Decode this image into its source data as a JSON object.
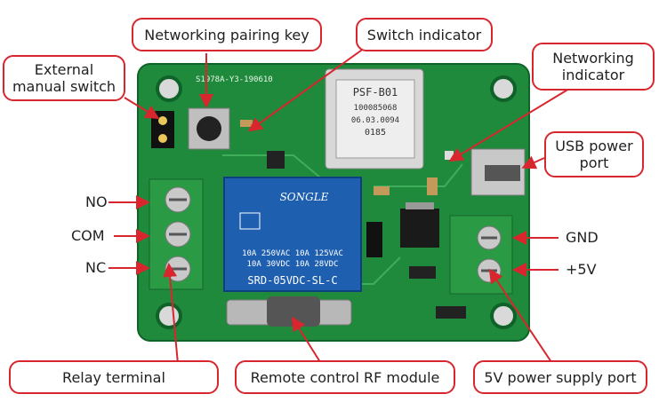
{
  "callouts": {
    "external_manual_switch": "External\nmanual switch",
    "networking_pairing_key": "Networking pairing key",
    "switch_indicator": "Switch indicator",
    "networking_indicator": "Networking\nindicator",
    "usb_power_port": "USB power\nport",
    "relay_terminal": "Relay terminal",
    "remote_control_rf_module": "Remote control RF module",
    "power_supply_port": "5V power supply port"
  },
  "terminals": {
    "left": [
      "NO",
      "COM",
      "NC"
    ],
    "right": [
      "GND",
      "+5V"
    ]
  },
  "board_text": {
    "silkscreen": "S1978A-Y3-190610",
    "wifi_module": [
      "PSF-B01",
      "100085068",
      "06.03.0094",
      "0185"
    ],
    "relay": {
      "brand": "SONGLE",
      "rating_1": "10A 250VAC  10A 125VAC",
      "rating_2": "10A  30VDC  10A  28VDC",
      "model": "SRD-05VDC-SL-C"
    }
  },
  "colors": {
    "accent": "#d8262e",
    "pcb": "#1f8a3c",
    "terminal": "#2a9a44",
    "relay": "#1f5fb0"
  }
}
